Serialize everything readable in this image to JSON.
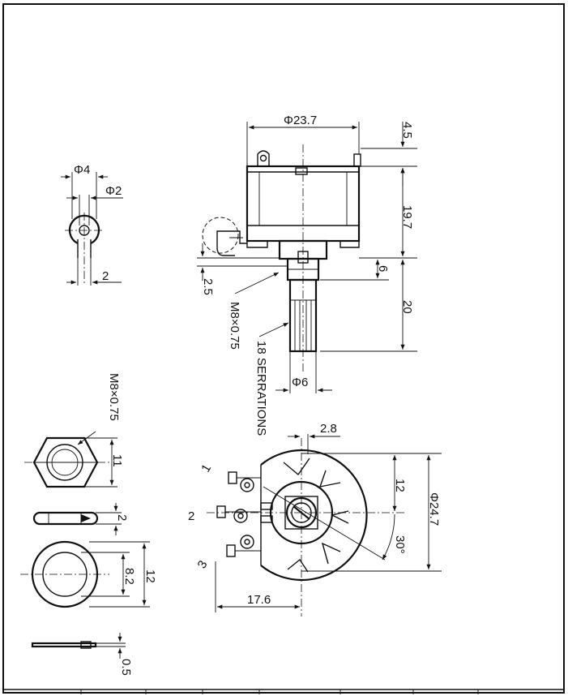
{
  "main_view": {
    "body_diameter": "Φ23.7",
    "top_height": "4.5",
    "body_height": "19.7",
    "bushing_length": "6",
    "shaft_length": "20",
    "bracket_offset": "2.5",
    "thread": "M8×0.75",
    "serrations": "18 SERRATIONS",
    "shaft_diameter": "Φ6"
  },
  "terminal_view": {
    "outer_diameter": "Φ4",
    "hole_diameter": "Φ2",
    "width": "2"
  },
  "nut_view": {
    "thread": "M8×0.75",
    "across_flats": "11",
    "thickness": "2"
  },
  "washer_view": {
    "inner_diameter": "8.2",
    "outer_diameter": "12",
    "thickness": "0.5"
  },
  "rear_view": {
    "terminal_offset": "2.8",
    "radius_offset": "12",
    "outer_diameter": "Φ24.7",
    "angle": "30°",
    "horizontal_offset": "17.6",
    "terminals": [
      "1",
      "2",
      "3"
    ]
  }
}
